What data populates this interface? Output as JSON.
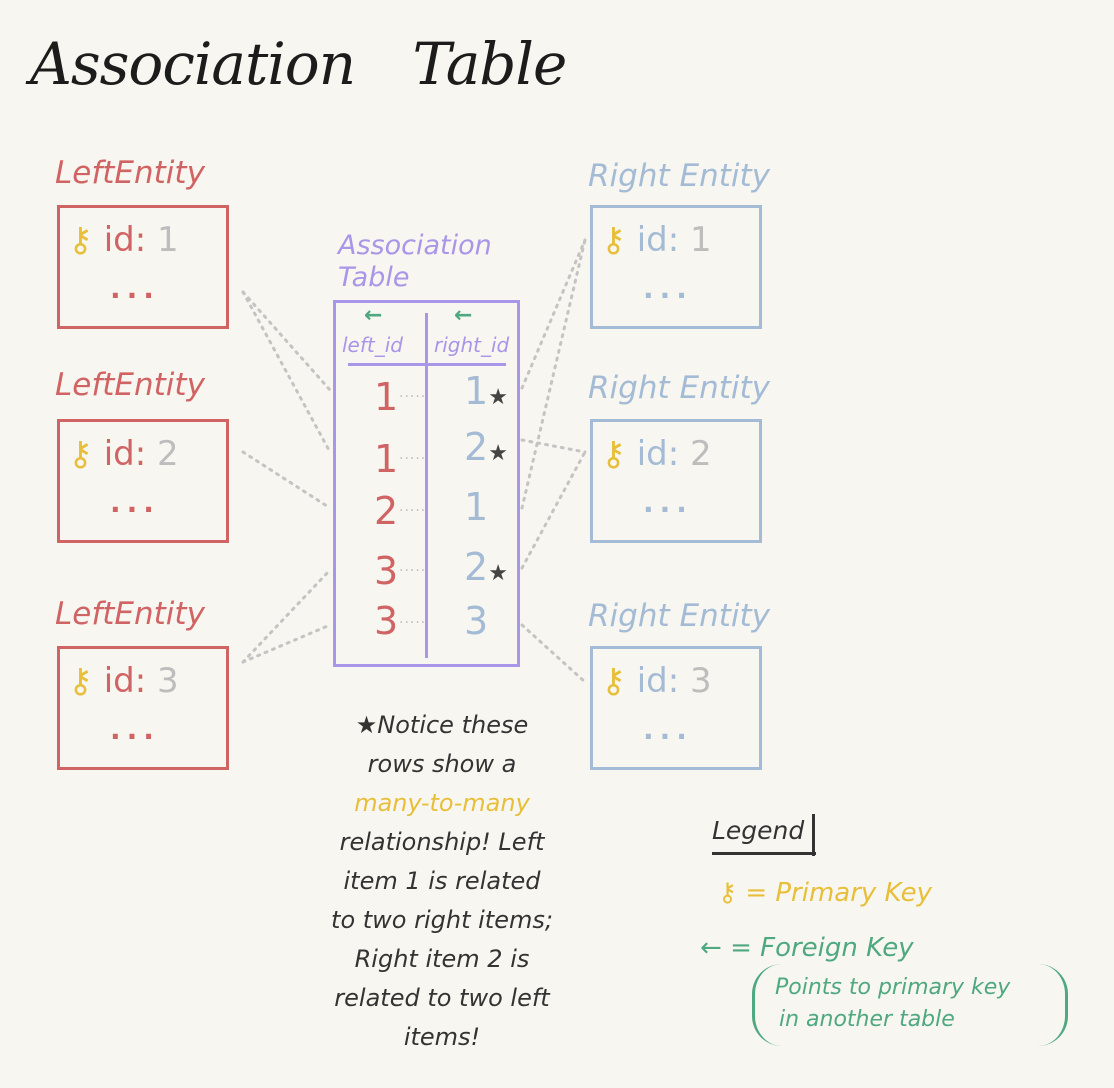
{
  "title": "Association Table",
  "left_entities": [
    {
      "label": "LeftEntity",
      "key_glyph": "⚷",
      "id_label": "id:",
      "id_value": "1",
      "rest": "..."
    },
    {
      "label": "LeftEntity",
      "key_glyph": "⚷",
      "id_label": "id:",
      "id_value": "2",
      "rest": "..."
    },
    {
      "label": "LeftEntity",
      "key_glyph": "⚷",
      "id_label": "id:",
      "id_value": "3",
      "rest": "..."
    }
  ],
  "right_entities": [
    {
      "label": "Right Entity",
      "key_glyph": "⚷",
      "id_label": "id:",
      "id_value": "1",
      "rest": "..."
    },
    {
      "label": "Right Entity",
      "key_glyph": "⚷",
      "id_label": "id:",
      "id_value": "2",
      "rest": "..."
    },
    {
      "label": "Right Entity",
      "key_glyph": "⚷",
      "id_label": "id:",
      "id_value": "3",
      "rest": "..."
    }
  ],
  "association_table": {
    "title": "Association Table",
    "fk_arrow": "←",
    "columns": [
      "left_id",
      "right_id"
    ],
    "rows": [
      {
        "left_id": "1",
        "right_id": "1",
        "star": "★"
      },
      {
        "left_id": "1",
        "right_id": "2",
        "star": "★"
      },
      {
        "left_id": "2",
        "right_id": "1",
        "star": ""
      },
      {
        "left_id": "3",
        "right_id": "2",
        "star": "★"
      },
      {
        "left_id": "3",
        "right_id": "3",
        "star": ""
      }
    ]
  },
  "notice": {
    "star": "★",
    "line1": "Notice these",
    "line2": "rows show a",
    "highlight": "many-to-many",
    "line4": "relationship! Left",
    "line5": "item 1 is related",
    "line6": "to two right items;",
    "line7": "Right item 2 is",
    "line8": "related to two left",
    "line9": "items!"
  },
  "legend": {
    "title": "Legend",
    "pk_symbol": "⚷",
    "pk_text": "= Primary Key",
    "fk_symbol": "←",
    "fk_text": "= Foreign Key",
    "fk_note_line1": "Points to primary key",
    "fk_note_line2": "in another table"
  },
  "colors": {
    "left": "#d06464",
    "right": "#a4bbd6",
    "association": "#a896e8",
    "primary_key": "#e8bf3a",
    "foreign_key": "#4ea880",
    "connector": "#c4c4c4"
  },
  "icons": {
    "primary_key": "key-icon",
    "foreign_key": "left-arrow-icon",
    "star": "star-icon"
  }
}
